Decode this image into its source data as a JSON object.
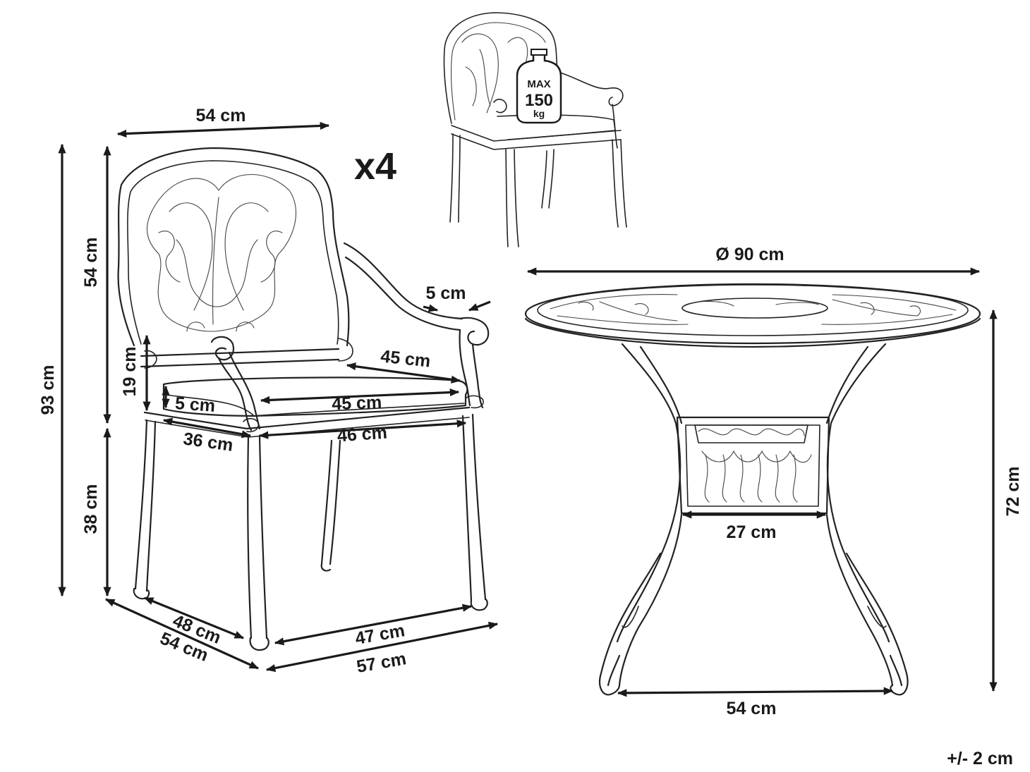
{
  "chair": {
    "multiplier": "x4",
    "dims": {
      "width_top": "54 cm",
      "total_height": "93 cm",
      "back_height": "54 cm",
      "seat_height": "38 cm",
      "armrest_height": "19 cm",
      "cushion_thickness": "5 cm",
      "armrest_width": "5 cm",
      "seat_depth_back": "45 cm",
      "seat_width_front": "45 cm",
      "seat_side_depth": "36 cm",
      "seat_front_width": "46 cm",
      "base_depth_inner": "48 cm",
      "base_depth_outer": "54 cm",
      "base_width_inner": "47 cm",
      "base_width_outer": "57 cm"
    }
  },
  "weight_badge": {
    "max": "MAX",
    "value": "150",
    "unit": "kg"
  },
  "table": {
    "dims": {
      "diameter": "Ø 90 cm",
      "height": "72 cm",
      "center_panel": "27 cm",
      "base_span": "54 cm"
    }
  },
  "tolerance": "+/- 2 cm"
}
